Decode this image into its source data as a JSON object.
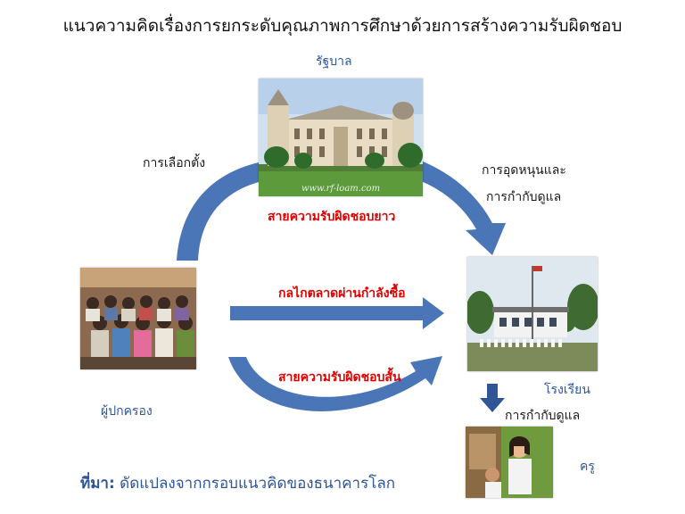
{
  "title": "แนวความคิดเรื่องการยกระดับคุณภาพการศึกษาด้วยการสร้างความรับผิดชอบ",
  "nodes": {
    "government": "รัฐบาล",
    "parents": "ผู้ปกครอง",
    "school": "โรงเรียน",
    "teacher": "ครู"
  },
  "edges": {
    "election": "การเลือกตั้ง",
    "support_line1": "การอุดหนุนและ",
    "support_line2": "การกำกับดูแล",
    "long_route": "สายความรับผิดชอบยาว",
    "market": "กลไกตลาดผ่านกำลังซื้อ",
    "short_route": "สายความรับผิดชอบสั้น",
    "supervision": "การกำกับดูแล"
  },
  "watermark": "www.rf-loam.com",
  "source": {
    "label": "ที่มา:",
    "text": "ดัดแปลงจากกรอบแนวคิดของธนาคารโลก"
  },
  "colors": {
    "arrow": "#4a76b8",
    "arrow_dark": "#2f5597",
    "label_blue": "#2f5597",
    "label_red": "#e00000"
  }
}
